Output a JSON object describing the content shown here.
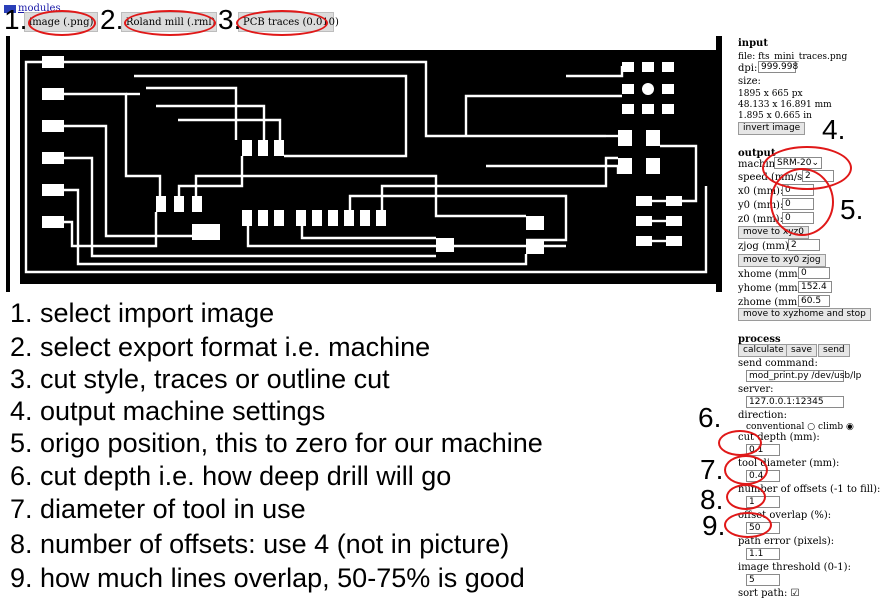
{
  "header": {
    "modules_link": "modules",
    "tabs": [
      "image (.png)",
      "Roland mill (.rml)",
      "PCB traces (0.010)"
    ],
    "step_numbers": [
      "1.",
      "2.",
      "3."
    ]
  },
  "right_panel": {
    "input": {
      "heading": "input",
      "file_line": "file: fts_mini_traces.png",
      "dpi_label": "dpi:",
      "dpi_value": "999.998",
      "size_label": "size:",
      "size_px": "1895 x 665 px",
      "size_mm": "48.133 x 16.891 mm",
      "size_in": "1.895 x 0.665 in",
      "invert_button": "invert image"
    },
    "output": {
      "heading": "output",
      "machine_label": "machine",
      "machine_value": "SRM-20",
      "speed_label": "speed (mm/s):",
      "speed_value": "2",
      "x0_label": "x0 (mm):",
      "x0_value": "0",
      "y0_label": "y0 (mm):",
      "y0_value": "0",
      "z0_label": "z0 (mm):",
      "z0_value": "0",
      "move_xyz0_button": "move to xyz0",
      "zjog_label": "zjog (mm):",
      "zjog_value": "2",
      "move_xy0_zjog_button": "move to xy0 zjog",
      "xhome_label": "xhome (mm):",
      "xhome_value": "0",
      "yhome_label": "yhome (mm):",
      "yhome_value": "152.4",
      "zhome_label": "zhome (mm):",
      "zhome_value": "60.5",
      "move_home_button": "move to xyzhome and stop"
    },
    "process": {
      "heading": "process",
      "calculate_button": "calculate",
      "save_button": "save",
      "send_button": "send",
      "send_command_label": "send command:",
      "send_command_value": "mod_print.py /dev/usb/lp",
      "server_label": "server:",
      "server_value": "127.0.0.1:12345",
      "direction_label": "direction:",
      "conventional_label": "conventional",
      "climb_label": "climb",
      "cut_depth_label": "cut depth (mm):",
      "cut_depth_value": "0.1",
      "tool_diameter_label": "tool diameter (mm):",
      "tool_diameter_value": "0.4",
      "offsets_label": "number of offsets (-1 to fill):",
      "offsets_value": "1",
      "overlap_label": "offset overlap (%):",
      "overlap_value": "50",
      "path_error_label": "path error (pixels):",
      "path_error_value": "1.1",
      "threshold_label": "image threshold (0-1):",
      "threshold_value": "5",
      "sort_path_label": "sort path:"
    }
  },
  "step_markers": [
    "4.",
    "5.",
    "6.",
    "7.",
    "8.",
    "9."
  ],
  "notes": [
    "1. select import image",
    "2. select export format i.e. machine",
    "3. cut style, traces or outline cut",
    "4. output machine settings",
    "5. origo position, this to zero for our machine",
    "6. cut depth i.e. how deep drill will go",
    "7. diameter of tool in use",
    "8. number of offsets: use 4 (not in picture)",
    "9. how much lines overlap, 50-75% is good"
  ],
  "colors": {
    "annotation": "#e01818",
    "link": "#1a1aa8",
    "pcb_copper": "#000000"
  }
}
